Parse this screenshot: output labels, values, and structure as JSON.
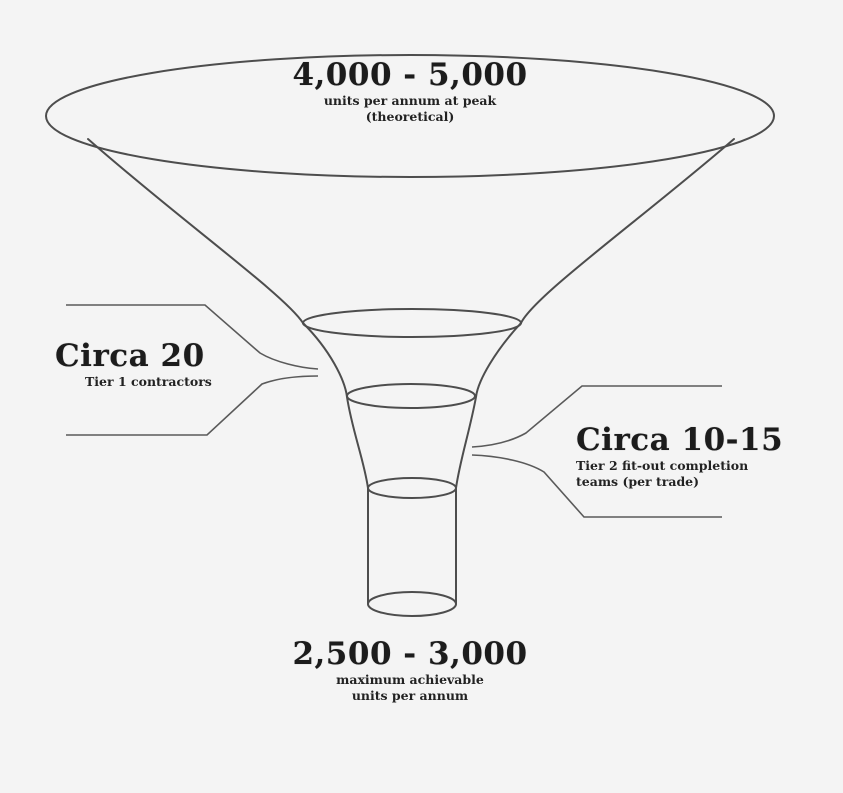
{
  "diagram": {
    "top": {
      "value": "4,000 - 5,000",
      "line1": "units per annum at peak",
      "line2": "(theoretical)"
    },
    "left": {
      "value": "Circa 20",
      "line1": "Tier 1 contractors"
    },
    "right": {
      "value": "Circa 10-15",
      "line1": "Tier 2 fit-out completion",
      "line2": "teams (per trade)"
    },
    "bottom": {
      "value": "2,500 - 3,000",
      "line1": "maximum achievable",
      "line2": "units per annum"
    },
    "colors": {
      "background": "#f4f4f4",
      "stroke": "#4d4d4d",
      "text": "#1c1c1c"
    }
  }
}
